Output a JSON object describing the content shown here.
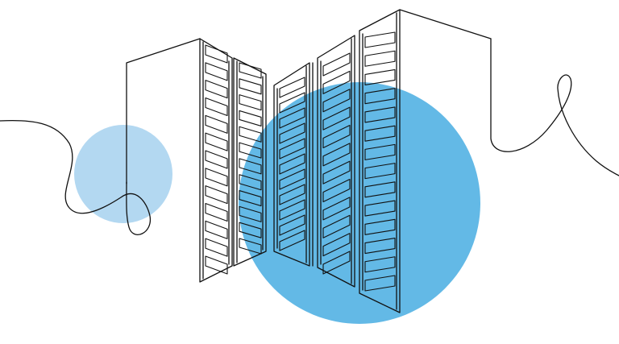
{
  "colors": {
    "background": "#ffffff",
    "line": "#111111",
    "circle_large": "#63b9e6",
    "circle_small": "#b3d8f1"
  },
  "icons": {
    "illustration": "office-buildings-line-art",
    "circle_large": "circle",
    "circle_small": "circle"
  }
}
